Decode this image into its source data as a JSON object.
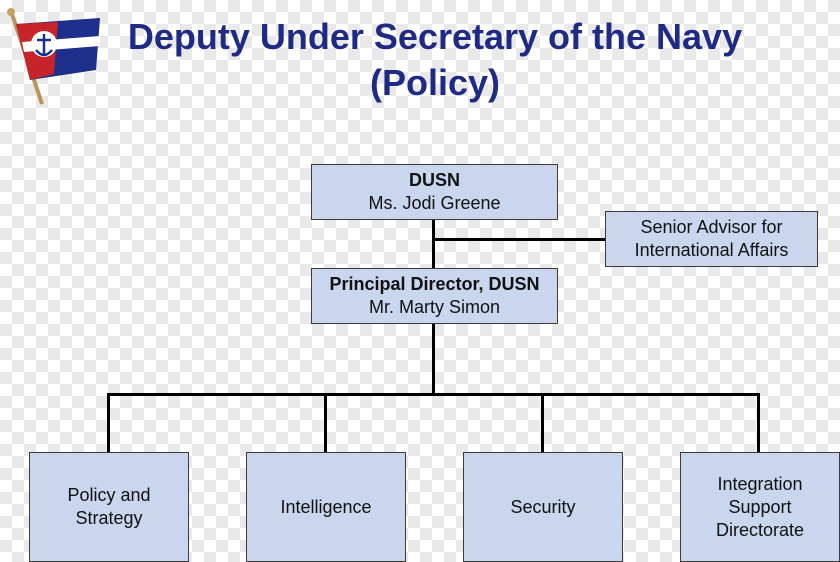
{
  "header": {
    "title_line1": "Deputy Under Secretary of the Navy",
    "title_line2": "(Policy)"
  },
  "logo": {
    "icon": "navy-pennant-flag-icon"
  },
  "org": {
    "dusn": {
      "title": "DUSN",
      "name": "Ms. Jodi Greene"
    },
    "advisor": {
      "line1": "Senior Advisor for",
      "line2": "International Affairs"
    },
    "principal": {
      "title": "Principal Director, DUSN",
      "name": "Mr. Marty Simon"
    },
    "divisions": [
      {
        "line1": "Policy and",
        "line2": "Strategy"
      },
      {
        "line1": "Intelligence"
      },
      {
        "line1": "Security"
      },
      {
        "line1": "Integration",
        "line2": "Support",
        "line3": "Directorate"
      }
    ]
  },
  "colors": {
    "title": "#1f2a85",
    "box_fill": "#c9d6ee",
    "connector": "#000000"
  }
}
